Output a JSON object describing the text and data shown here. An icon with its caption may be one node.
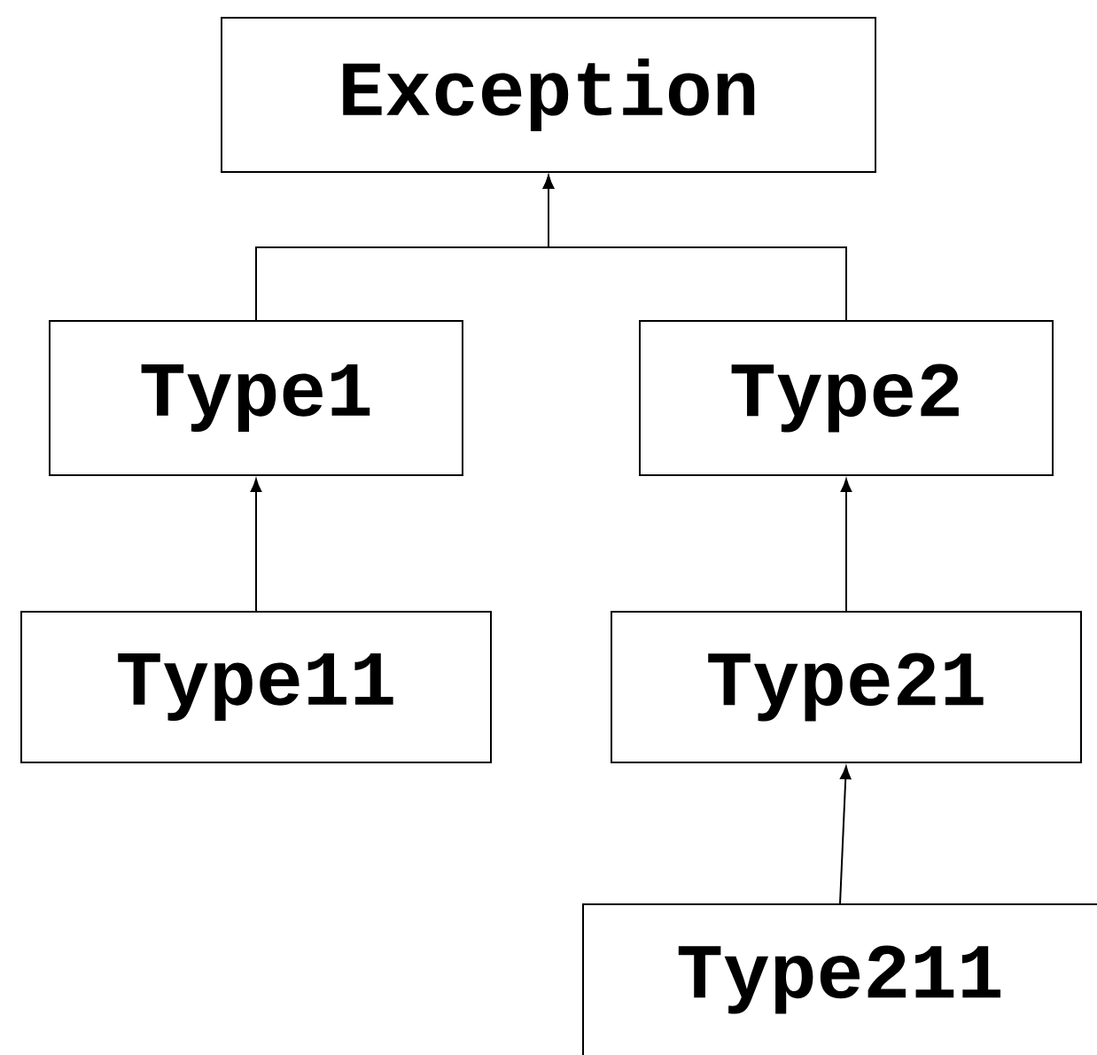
{
  "diagram": {
    "nodes": [
      {
        "text": [
          "Exception"
        ]
      },
      {
        "text": [
          "Type1"
        ]
      },
      {
        "text": [
          "Type2"
        ]
      },
      {
        "text": [
          "Type11"
        ]
      },
      {
        "text": [
          "Type21"
        ]
      },
      {
        "text": [
          "Type211"
        ]
      }
    ],
    "edges": [
      {
        "from": 1,
        "to": 0,
        "arrow": "to"
      },
      {
        "from": 2,
        "to": 0,
        "arrow": "to"
      },
      {
        "from": 3,
        "to": 1,
        "arrow": "to"
      },
      {
        "from": 4,
        "to": 2,
        "arrow": "to"
      },
      {
        "from": 5,
        "to": 4,
        "arrow": "to"
      }
    ]
  }
}
